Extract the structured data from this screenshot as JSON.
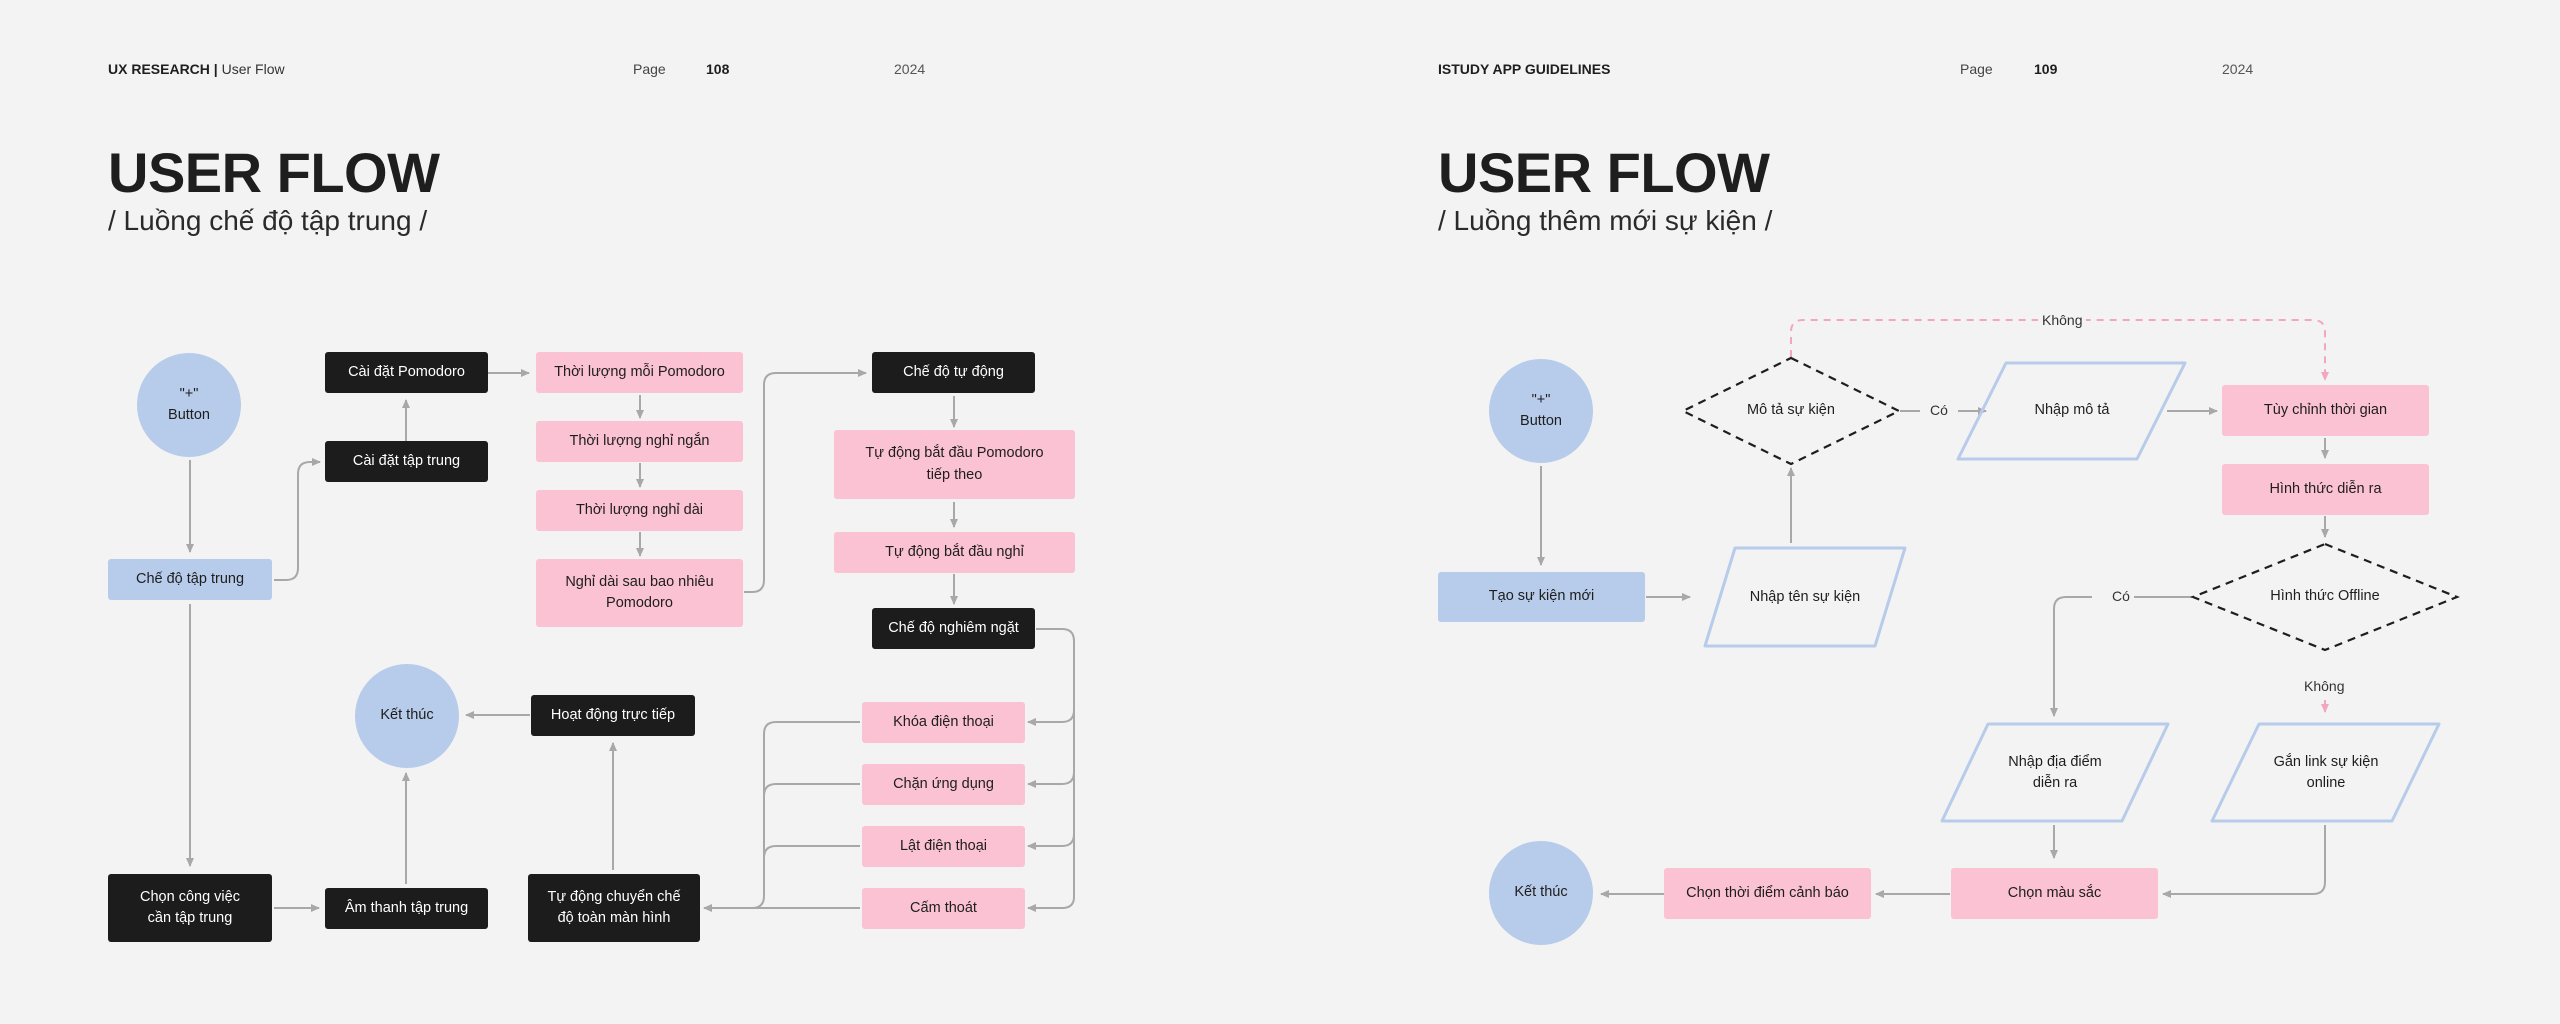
{
  "left_page": {
    "header_brand": "UX RESEARCH |",
    "header_section": "User Flow",
    "page_label": "Page",
    "page_number": "108",
    "year": "2024",
    "title": "USER FLOW",
    "subtitle": "/ Luồng chế độ tập trung /"
  },
  "right_page": {
    "header_brand": "ISTUDY APP GUIDELINES",
    "page_label": "Page",
    "page_number": "109",
    "year": "2024",
    "title": "USER FLOW",
    "subtitle": "/ Luồng thêm mới sự kiện /"
  },
  "flow1": {
    "button_line1": "\"+\"",
    "button_line2": "Button",
    "focus_mode": "Chế độ tập trung",
    "focus_settings": "Cài đặt tập trung",
    "pomodoro_settings": "Cài đặt Pomodoro",
    "pomodoro_length": "Thời lượng mỗi Pomodoro",
    "short_break": "Thời lượng nghỉ ngắn",
    "long_break": "Thời lượng nghỉ dài",
    "long_break_after_line1": "Nghỉ dài sau bao nhiêu",
    "long_break_after_line2": "Pomodoro",
    "auto_mode": "Chế độ tự động",
    "auto_start_pomodoro_line1": "Tự động bắt đầu Pomodoro",
    "auto_start_pomodoro_line2": "tiếp theo",
    "auto_start_break": "Tự động bắt đầu nghỉ",
    "strict_mode": "Chế độ nghiêm ngặt",
    "lock_phone": "Khóa điện thoại",
    "block_apps": "Chặn ứng dụng",
    "flip_phone": "Lật điện thoại",
    "no_exit": "Cấm thoát",
    "choose_task_line1": "Chọn công việc",
    "choose_task_line2": "cần tập trung",
    "focus_sound": "Âm thanh tập trung",
    "auto_fullscreen_line1": "Tự động chuyển chế",
    "auto_fullscreen_line2": "độ toàn màn hình",
    "live_activity": "Hoạt động trực tiếp",
    "end": "Kết thúc"
  },
  "flow2": {
    "button_line1": "\"+\"",
    "button_line2": "Button",
    "create_event": "Tạo sự kiện mới",
    "enter_name": "Nhập tên sự kiện",
    "describe_q": "Mô tả sự kiện",
    "yes1": "Có",
    "no1": "Không",
    "enter_desc": "Nhập mô tả",
    "custom_time": "Tùy chỉnh thời gian",
    "format": "Hình thức diễn ra",
    "offline_q": "Hình thức Offline",
    "yes2": "Có",
    "no2": "Không",
    "enter_location_line1": "Nhập địa điểm",
    "enter_location_line2": "diễn ra",
    "attach_link_line1": "Gắn link sự kiện",
    "attach_link_line2": "online",
    "choose_color": "Chọn màu sắc",
    "choose_alert": "Chọn thời điểm cảnh báo",
    "end": "Kết thúc"
  },
  "colors": {
    "background": "#f3f3f3",
    "dark_node": "#1c1c1c",
    "pink_node": "#fbc2d4",
    "blue_node": "#b7cbea",
    "connector": "#a8a8a8",
    "dashed_no_branch": "#f2a7bd"
  }
}
